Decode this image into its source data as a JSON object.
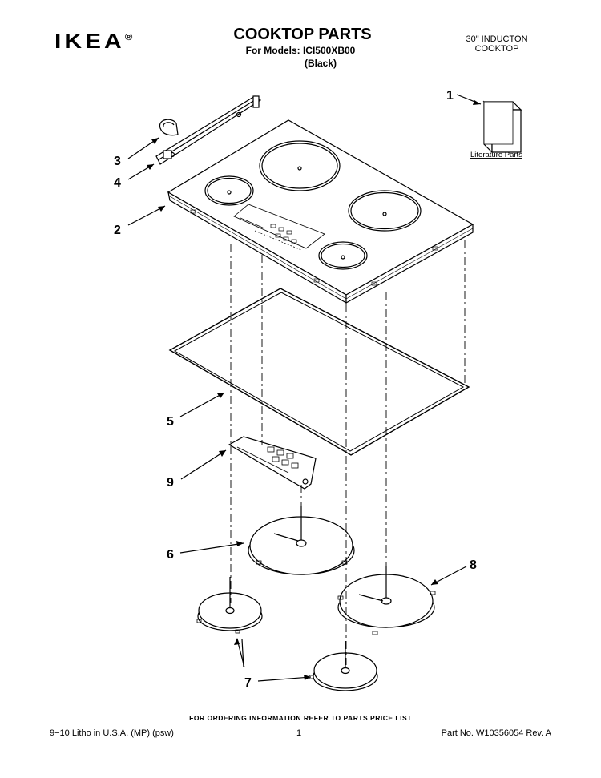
{
  "brand": {
    "logo_text": "IKEA",
    "registered_mark": "®"
  },
  "header": {
    "title": "COOKTOP PARTS",
    "for_models": "For Models: ICI500XB00",
    "color_variant": "(Black)",
    "product_line1": "30\" INDUCTON",
    "product_line2": "COOKTOP"
  },
  "diagram": {
    "literature_label": "Literature Parts",
    "callouts": [
      "1",
      "2",
      "3",
      "4",
      "5",
      "6",
      "7",
      "7",
      "8",
      "9"
    ]
  },
  "footer": {
    "ordering_note": "FOR ORDERING INFORMATION REFER TO PARTS PRICE LIST",
    "litho": "9−10 Litho in U.S.A. (MP) (psw)",
    "page": "1",
    "part_no": "Part No. W10356054 Rev. A"
  }
}
